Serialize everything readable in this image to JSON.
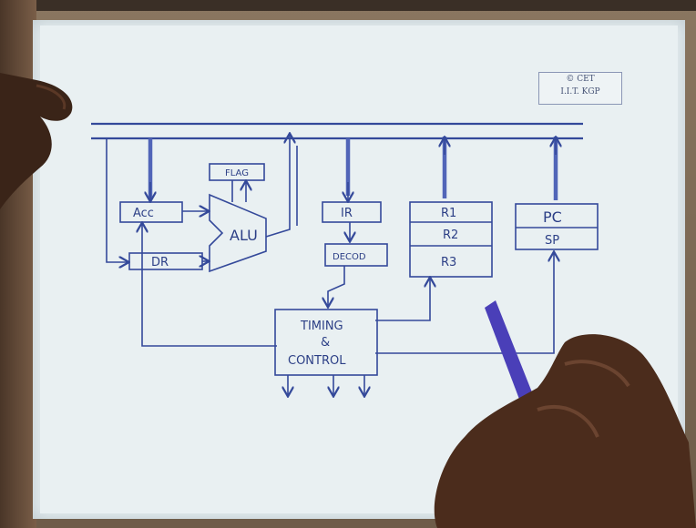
{
  "copyright_stamp": {
    "line1": "© CET",
    "line2": "I.I.T. KGP"
  },
  "registers": {
    "acc": "Acc",
    "dr": "DR",
    "flag": "FLAG",
    "alu": "ALU",
    "ir": "IR",
    "decoder": "DECOD",
    "r1": "R1",
    "r2": "R2",
    "r3": "R3",
    "pc": "PC",
    "sp": "SP"
  },
  "control_unit": {
    "line1": "TIMING",
    "line2": "&",
    "line3": "CONTROL"
  },
  "colors": {
    "ink": "#34499a",
    "board": "#e9f0f2",
    "pen": "#4a3fb8",
    "skin": "#4b2c1c"
  }
}
